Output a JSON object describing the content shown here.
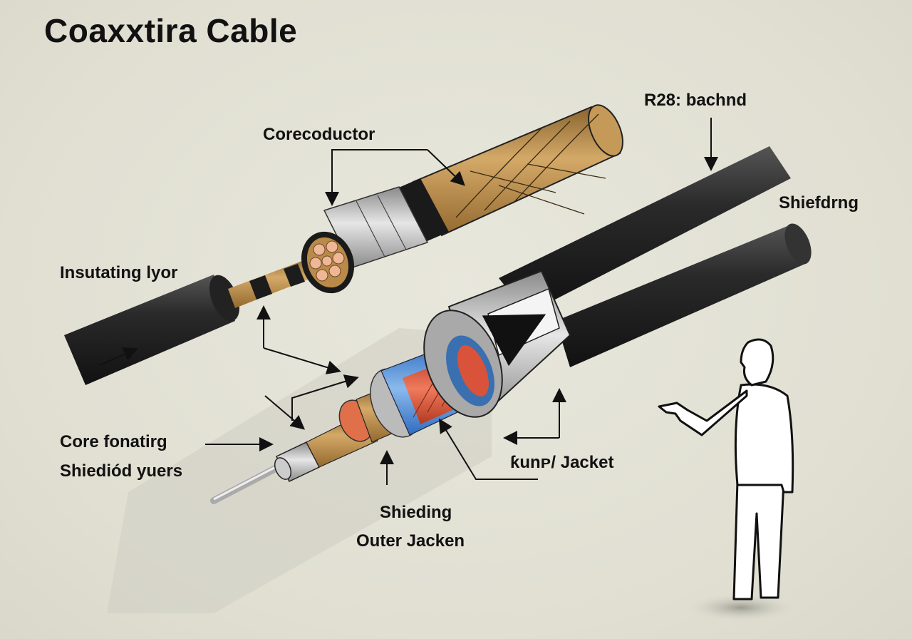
{
  "title": "Coaxxtira Cable",
  "labels": {
    "top_right": "R28: bachnd",
    "shielding_right": "Shiefdrng",
    "core_conductor": "Corecoductor",
    "insulating_layer": "Insutating lyor",
    "core_floating": "Core fonatirg",
    "shielded_layers": "Shiediód yuers",
    "jacket": "ƙunᴘ/ Jacket",
    "shielding_bottom": "Shieding",
    "outer_jacket": "Outer Jacken"
  },
  "colors": {
    "background": "#e3e2d6",
    "copper": "#b8894a",
    "jacket_black": "#1e1e1e",
    "silver": "#b9b9b9",
    "blue_shield": "#4f8fd6",
    "red_core": "#d9533a",
    "text": "#111111"
  }
}
